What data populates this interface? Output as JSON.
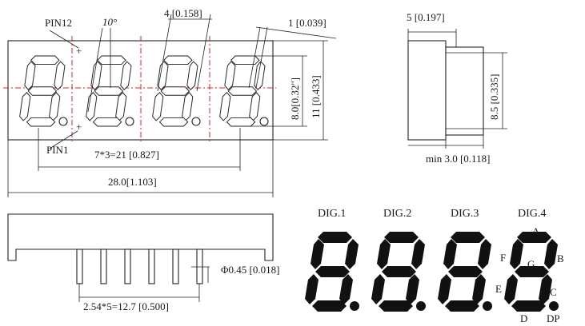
{
  "front_view": {
    "pin12_label": "PIN12",
    "pin1_label": "PIN1",
    "angle_label": "10°",
    "digit_width_label": "4 [0.158]",
    "segment_width_label": "1 [0.039]",
    "digit_height_label": "8.0[0.32\"]",
    "total_height_label": "11 [0.433]",
    "pin_span_label": "7*3=21 [0.827]",
    "total_width_label": "28.0[1.103]"
  },
  "side_view": {
    "depth_label": "5 [0.197]",
    "body_height_label": "8.5 [0.335]",
    "min_pin_label": "min 3.0 [0.118]"
  },
  "bottom_view": {
    "pin_diameter_label": "Φ0.45 [0.018]",
    "pitch_label": "2.54*5=12.7 [0.500]"
  },
  "segment_diagram": {
    "digits": [
      "DIG.1",
      "DIG.2",
      "DIG.3",
      "DIG.4"
    ],
    "segments": {
      "a": "A",
      "b": "B",
      "c": "C",
      "d": "D",
      "e": "E",
      "f": "F",
      "g": "G",
      "dp": "DP"
    }
  },
  "colors": {
    "line": "#222222",
    "centerline": "#e02020",
    "segment_fill": "#111111"
  }
}
